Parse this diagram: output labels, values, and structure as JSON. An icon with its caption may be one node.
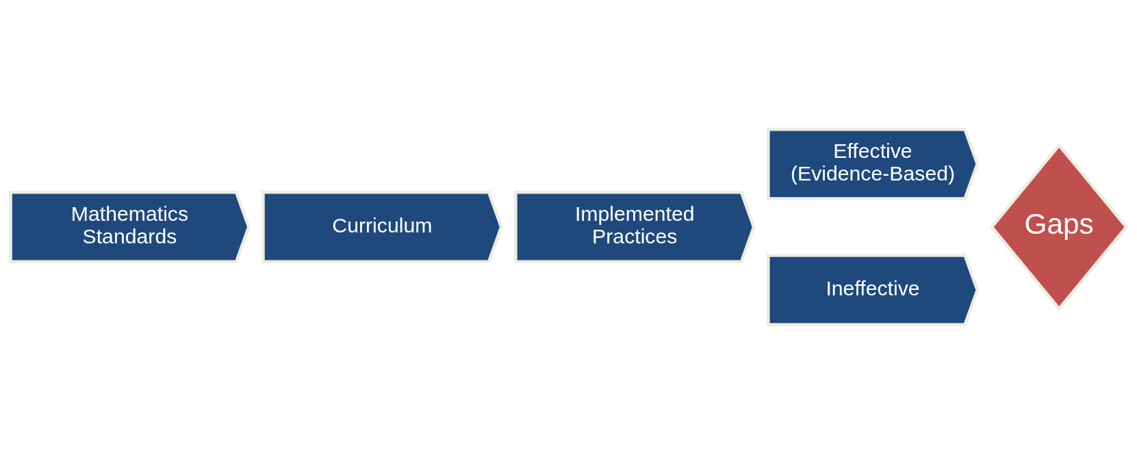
{
  "diagram": {
    "nodes": [
      {
        "text": [
          "Mathematics Standards"
        ]
      },
      {
        "text": [
          "Curriculum"
        ]
      },
      {
        "text": [
          "Implemented Practices"
        ]
      },
      {
        "text": [
          "Effective (Evidence-Based)"
        ]
      },
      {
        "text": [
          "Ineffective"
        ]
      },
      {
        "text": [
          "Gaps"
        ]
      }
    ]
  }
}
